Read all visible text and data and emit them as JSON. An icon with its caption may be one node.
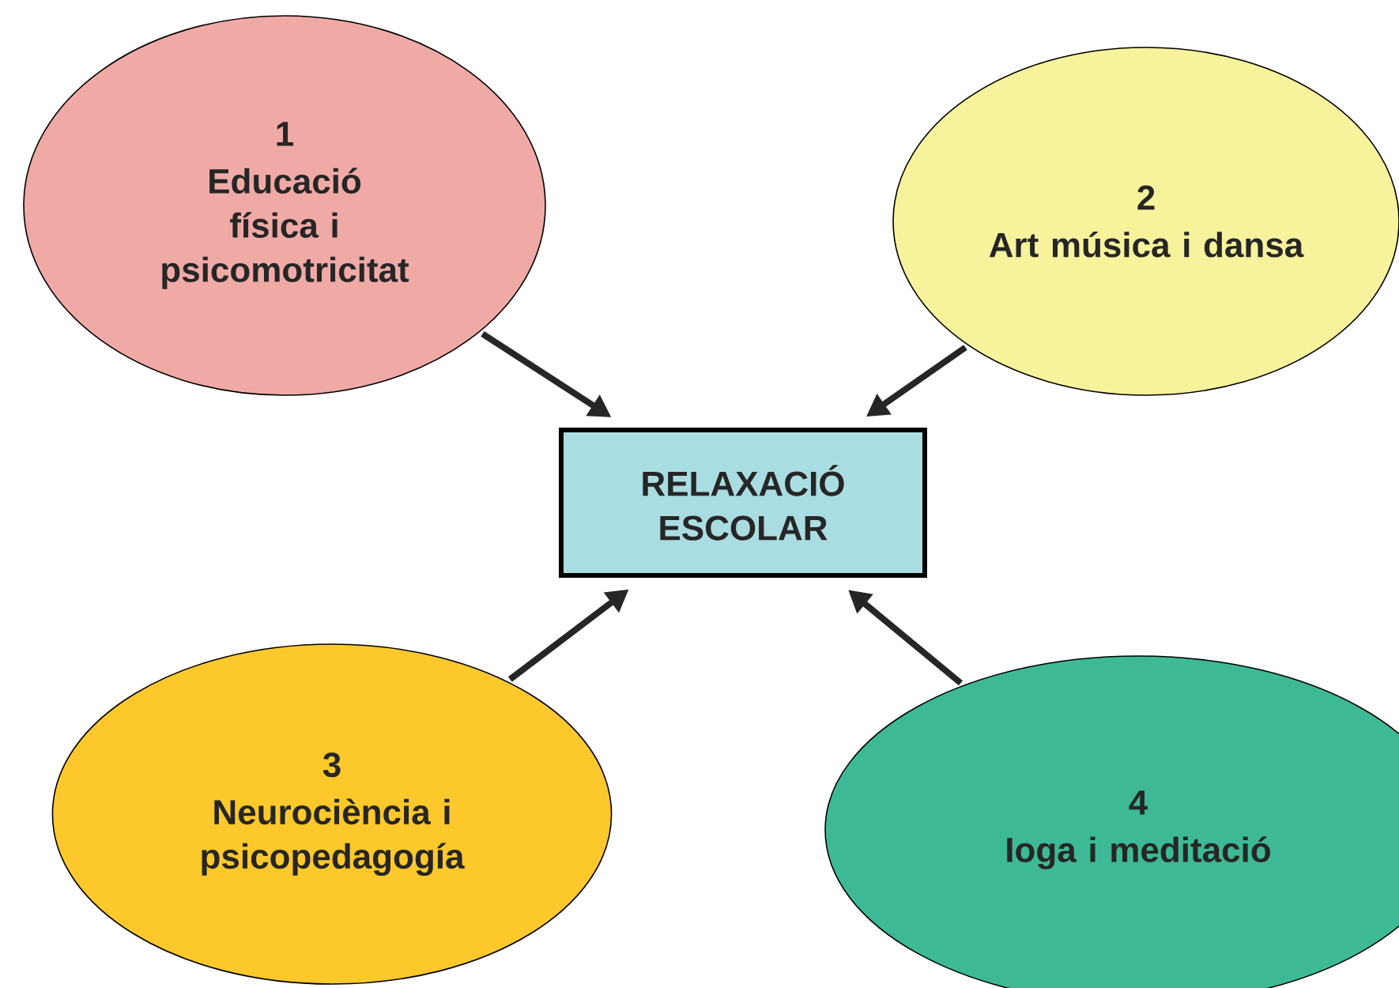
{
  "diagram": {
    "nodes": [
      {
        "text": [
          "1",
          "Educació física i psicomotricitat"
        ]
      },
      {
        "text": [
          "2",
          "Art música i dansa"
        ]
      },
      {
        "text": [
          "RELAXACIÓ ESCOLAR"
        ]
      },
      {
        "text": [
          "3",
          "Neurociència i psicopedagogía"
        ]
      },
      {
        "text": [
          "4",
          "Ioga i meditació"
        ]
      }
    ],
    "edges": [
      {
        "from": 0,
        "to": 2,
        "arrow": "to"
      },
      {
        "from": 1,
        "to": 2,
        "arrow": "to"
      },
      {
        "from": 3,
        "to": 2,
        "arrow": "to"
      },
      {
        "from": 4,
        "to": 2,
        "arrow": "to"
      }
    ]
  }
}
